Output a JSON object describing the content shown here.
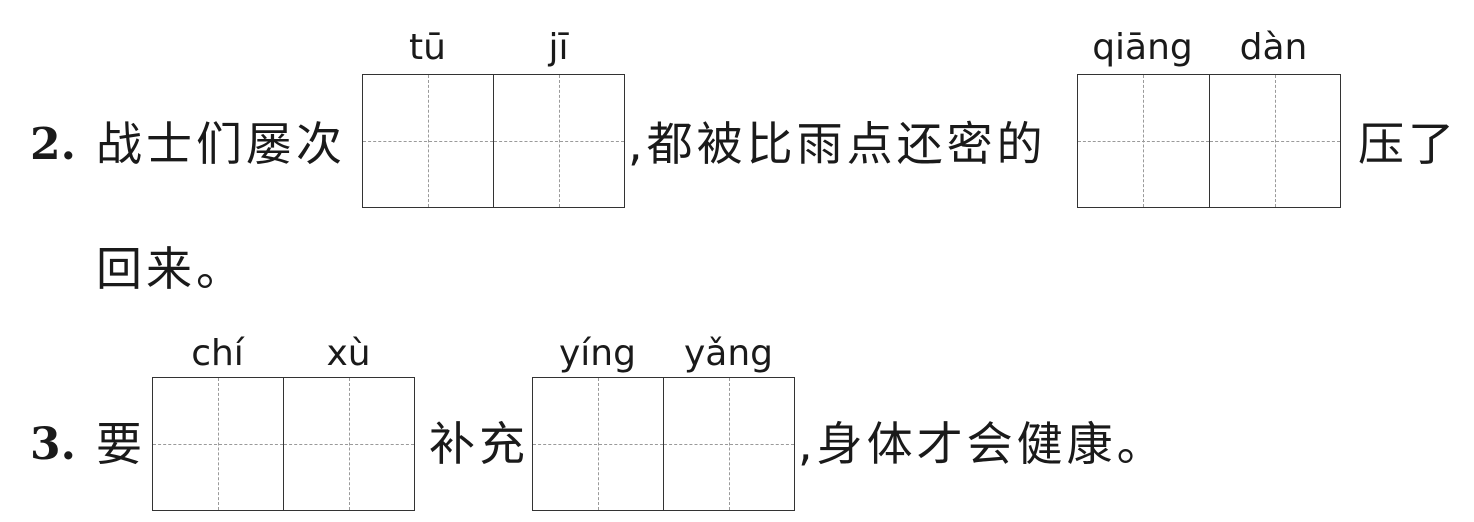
{
  "q2": {
    "number": "2.",
    "text_before": "战士们屡次",
    "text_middle": ",都被比雨点还密的",
    "text_after": "压了",
    "text_line2": "回来。",
    "blank1_pinyin": [
      "tū",
      "jī"
    ],
    "blank2_pinyin": [
      "qiāng",
      "dàn"
    ]
  },
  "q3": {
    "number": "3.",
    "text_before": "要",
    "text_middle": "补充",
    "text_after": ",身体才会健康。",
    "blank1_pinyin": [
      "chí",
      "xù"
    ],
    "blank2_pinyin": [
      "yíng",
      "yǎng"
    ]
  }
}
